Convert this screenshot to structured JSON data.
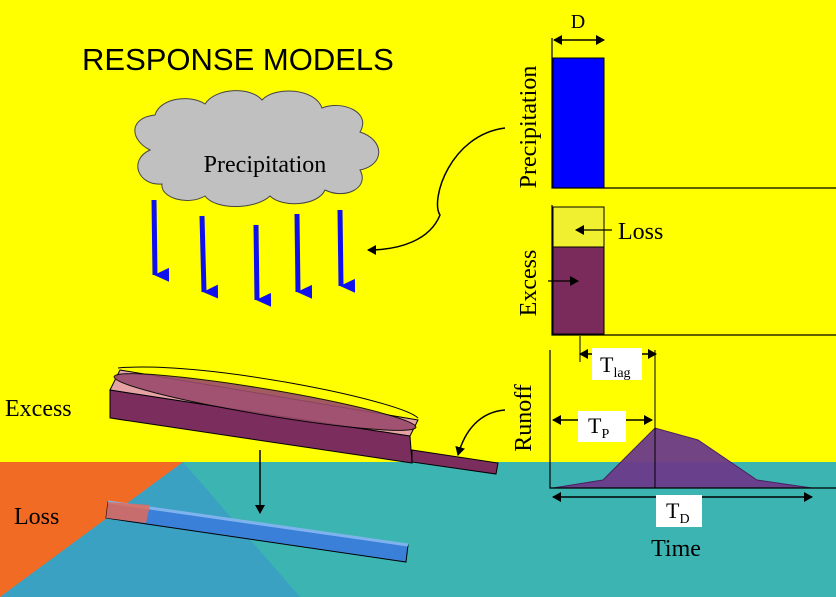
{
  "title": "RESPONSE MODELS",
  "cloud_label": "Precipitation",
  "left_labels": {
    "excess": "Excess",
    "loss": "Loss"
  },
  "axis_labels": {
    "precipitation": "Precipitation",
    "excess": "Excess",
    "runoff": "Runoff",
    "time": "Time"
  },
  "annotations": {
    "duration": "D",
    "loss": "Loss",
    "lag_main": "T",
    "lag_sub": "lag",
    "peak_main": "T",
    "peak_sub": "P",
    "base_main": "T",
    "base_sub": "D"
  },
  "colors": {
    "background_top": "#ffff00",
    "background_bottom": "#3cb5b2",
    "orange": "#f26b25",
    "precip_bar": "#0000ff",
    "excess_bar": "#7b2a5c",
    "loss_bar": "#f0ef30",
    "arrow_blue": "#1010ee",
    "pan_fill": "#7b2d5e",
    "cloud": "#c0c0c0"
  }
}
